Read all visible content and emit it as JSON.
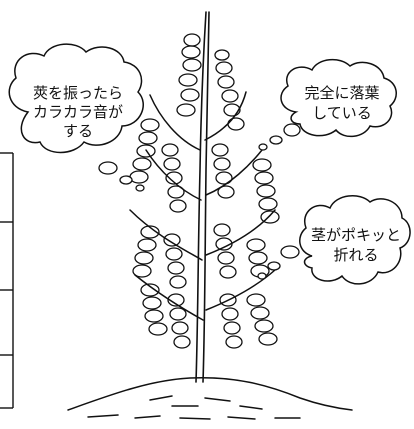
{
  "callouts": {
    "pod_rattle": {
      "lines": [
        "莢を振ったら",
        "カラカラ音が",
        "する"
      ]
    },
    "leaves_fallen": {
      "lines": [
        "完全に落葉",
        "している"
      ]
    },
    "stem_snaps": {
      "lines": [
        "茎がポキッと",
        "折れる"
      ]
    }
  },
  "colors": {
    "ink": "#111111",
    "background": "#ffffff"
  }
}
